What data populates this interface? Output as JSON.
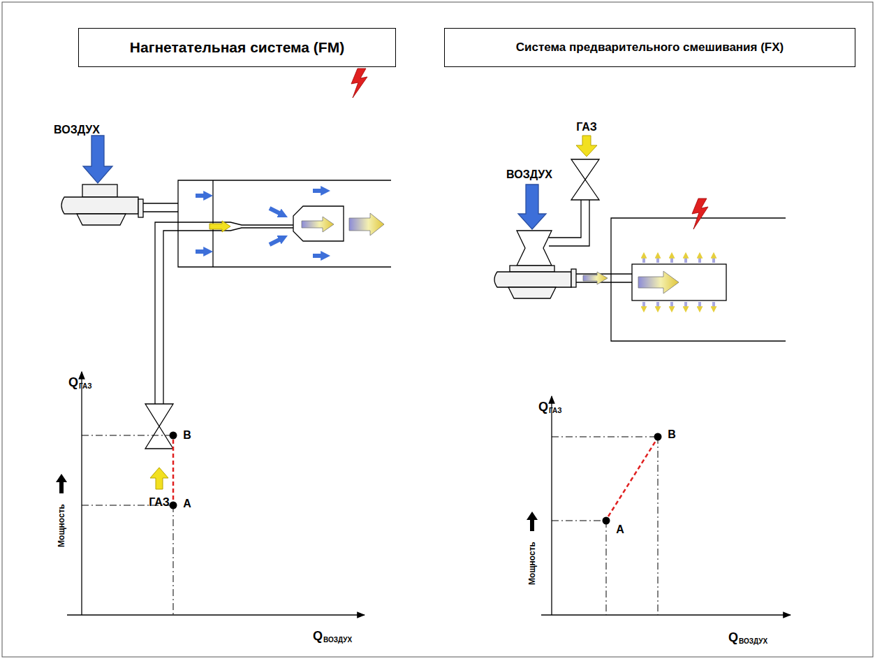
{
  "diagram": {
    "nodes": [
      {
        "text": [
          "Нагнетательная система (FM)"
        ]
      },
      {
        "text": [
          "Система предварительного смешивания (FX)"
        ]
      }
    ],
    "labels": [
      "ВОЗДУХ",
      "ГАЗ",
      "ГАЗ",
      "ВОЗДУХ",
      "Q",
      "ГАЗ",
      "Мощность",
      "B",
      "A",
      "Q",
      "ВОЗДУХ",
      "Q",
      "ГАЗ",
      "Мощность",
      "B",
      "A",
      "Q",
      "ВОЗДУХ"
    ]
  }
}
